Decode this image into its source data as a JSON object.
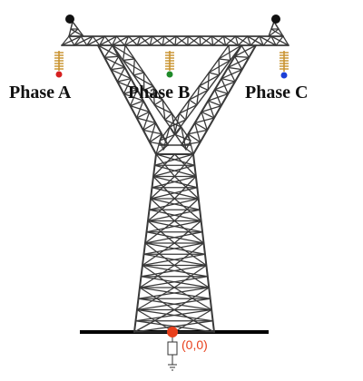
{
  "phases": [
    {
      "label": "Phase A",
      "color": "#d62020"
    },
    {
      "label": "Phase B",
      "color": "#1f8a2a"
    },
    {
      "label": "Phase C",
      "color": "#1c3fd6"
    }
  ],
  "origin": {
    "label": "(0,0)",
    "color": "#e8401c"
  },
  "colors": {
    "steel": "#3a3a3a",
    "insulator": "#c8902a",
    "ground": "#000000",
    "earth_wire": "#111111"
  }
}
